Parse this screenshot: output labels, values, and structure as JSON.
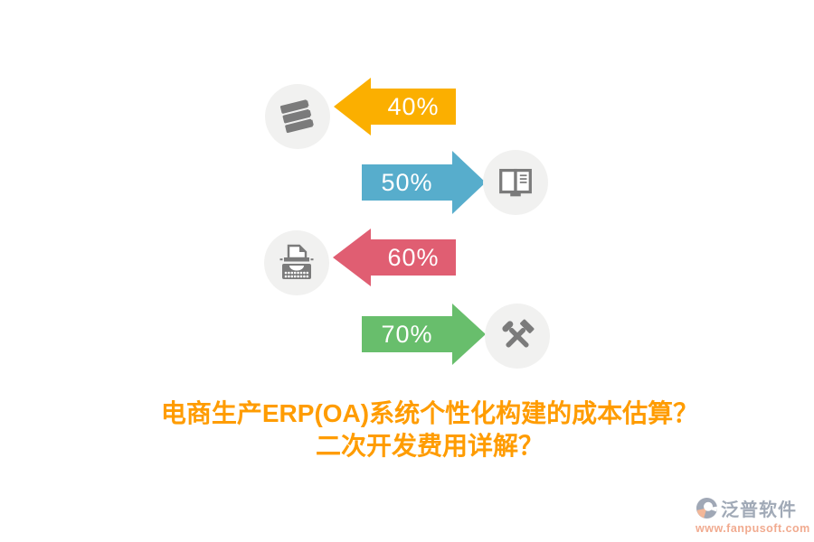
{
  "chart_data": {
    "type": "bar",
    "orientation": "horizontal",
    "categories": [
      "books-icon",
      "open-book-icon",
      "typewriter-icon",
      "hammers-icon"
    ],
    "values": [
      40,
      50,
      60,
      70
    ],
    "value_labels": [
      "40%",
      "50%",
      "60%",
      "70%"
    ],
    "title": "电商生产ERP(OA)系统个性化构建的成本估算？二次开发费用详解？",
    "bar_colors": [
      "#fbaf00",
      "#57adcc",
      "#e05e72",
      "#68be6c"
    ],
    "bar_directions": [
      "left",
      "right",
      "left",
      "right"
    ]
  },
  "rows": [
    {
      "label": "40%",
      "value": 40,
      "direction": "left",
      "color": "#fbaf00",
      "icon": "books-icon"
    },
    {
      "label": "50%",
      "value": 50,
      "direction": "right",
      "color": "#57adcc",
      "icon": "open-book-icon"
    },
    {
      "label": "60%",
      "value": 60,
      "direction": "left",
      "color": "#e05e72",
      "icon": "typewriter-icon"
    },
    {
      "label": "70%",
      "value": 70,
      "direction": "right",
      "color": "#68be6c",
      "icon": "hammers-icon"
    }
  ],
  "title": {
    "line1": "电商生产ERP(OA)系统个性化构建的成本估算？",
    "line2": "二次开发费用详解？",
    "color": "#ff9c00"
  },
  "watermark": {
    "brand": "泛普软件",
    "url": "www.fanpusoft.com"
  },
  "style_colors": {
    "icon_gray": "#7b7b7b",
    "icon_circle_bg": "#f1f1f0",
    "background": "#ffffff"
  }
}
